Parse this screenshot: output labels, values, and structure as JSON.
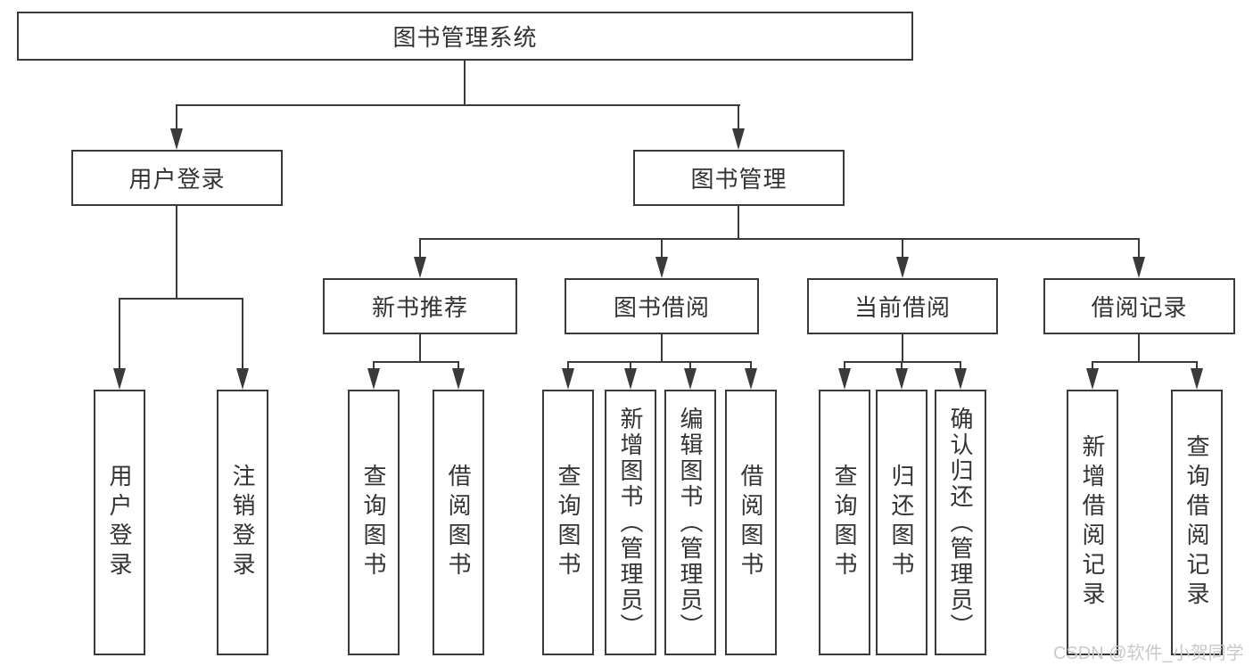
{
  "diagram": {
    "root_label": "图书管理系统",
    "level1": [
      "用户登录",
      "图书管理"
    ],
    "level2": [
      "新书推荐",
      "图书借阅",
      "当前借阅",
      "借阅记录"
    ],
    "leaves_user_login": [
      "用户登录",
      "注销登录"
    ],
    "leaves_new_book": [
      "查询图书",
      "借阅图书"
    ],
    "leaves_book_borrow": [
      "查询图书",
      "新增图书（管理员）",
      "编辑图书（管理员）",
      "借阅图书"
    ],
    "leaves_current_borrow": [
      "查询图书",
      "归还图书",
      "确认归还（管理员）"
    ],
    "leaves_borrow_records": [
      "新增借阅记录",
      "查询借阅记录"
    ]
  },
  "watermark": "CSDN @软件_小贺同学",
  "colors": {
    "line": "#3a3a3a",
    "text": "#333333",
    "background": "#ffffff",
    "watermark": "#c9c9c9"
  }
}
